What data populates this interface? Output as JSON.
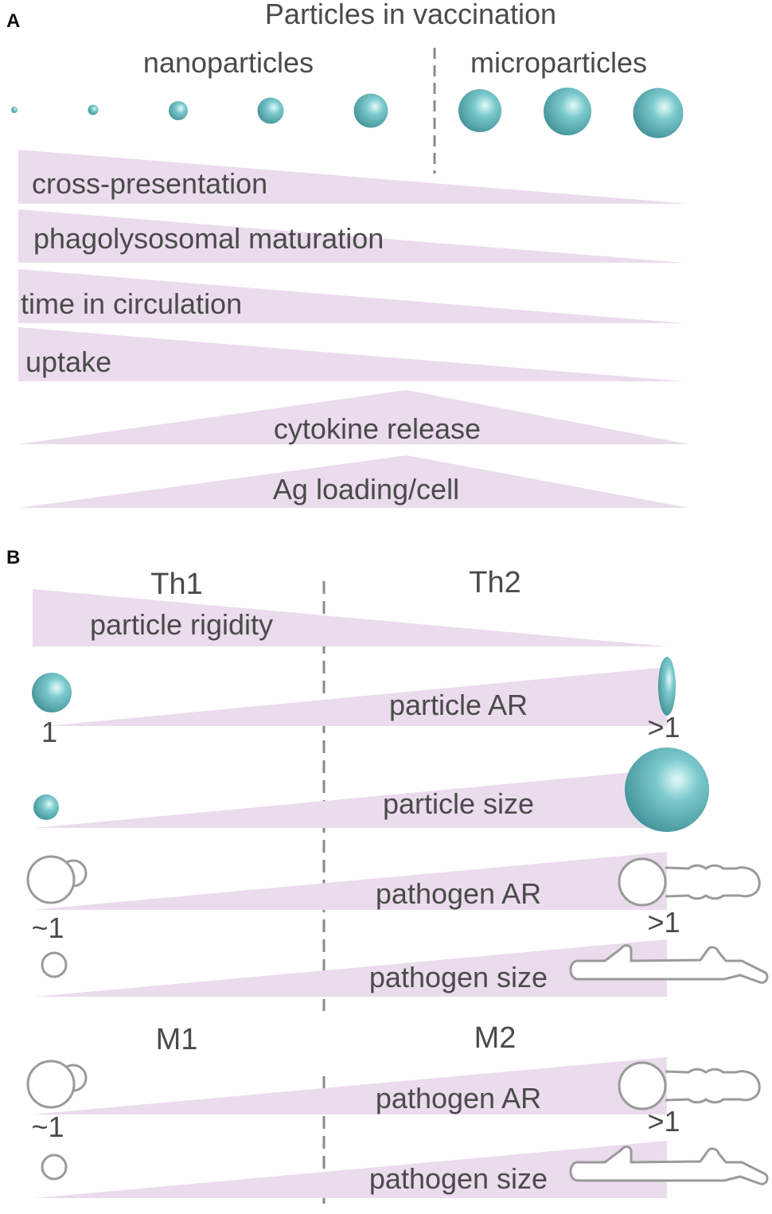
{
  "colors": {
    "wedge": "#eadcec",
    "particle": "#6bbcc0",
    "particle_dark": "#3d8d93",
    "particle_light": "#d8f5f5",
    "outline": "#9a9a9a",
    "text": "#4a4a4a",
    "divider": "#8a8a8a"
  },
  "panel_a": {
    "letter": "A",
    "title": "Particles in vaccination",
    "nano_label": "nanoparticles",
    "micro_label": "microparticles",
    "gradients": {
      "cross_presentation": "cross-presentation",
      "phagolysosomal_maturation": "phagolysosomal maturation",
      "time_in_circulation": "time in circulation",
      "uptake": "uptake",
      "cytokine_release": "cytokine release",
      "ag_loading": "Ag loading/cell"
    }
  },
  "panel_b": {
    "letter": "B",
    "th1_label": "Th1",
    "th2_label": "Th2",
    "particle_rigidity": "particle rigidity",
    "particle_ar": "particle AR",
    "particle_ar_low": "1",
    "particle_ar_high": ">1",
    "particle_size": "particle size",
    "pathogen_ar_1": "pathogen AR",
    "pathogen_ar_1_low": "~1",
    "pathogen_ar_1_high": ">1",
    "pathogen_size_1": "pathogen size",
    "m1_label": "M1",
    "m2_label": "M2",
    "pathogen_ar_2": "pathogen AR",
    "pathogen_ar_2_low": "~1",
    "pathogen_ar_2_high": ">1",
    "pathogen_size_2": "pathogen size"
  }
}
